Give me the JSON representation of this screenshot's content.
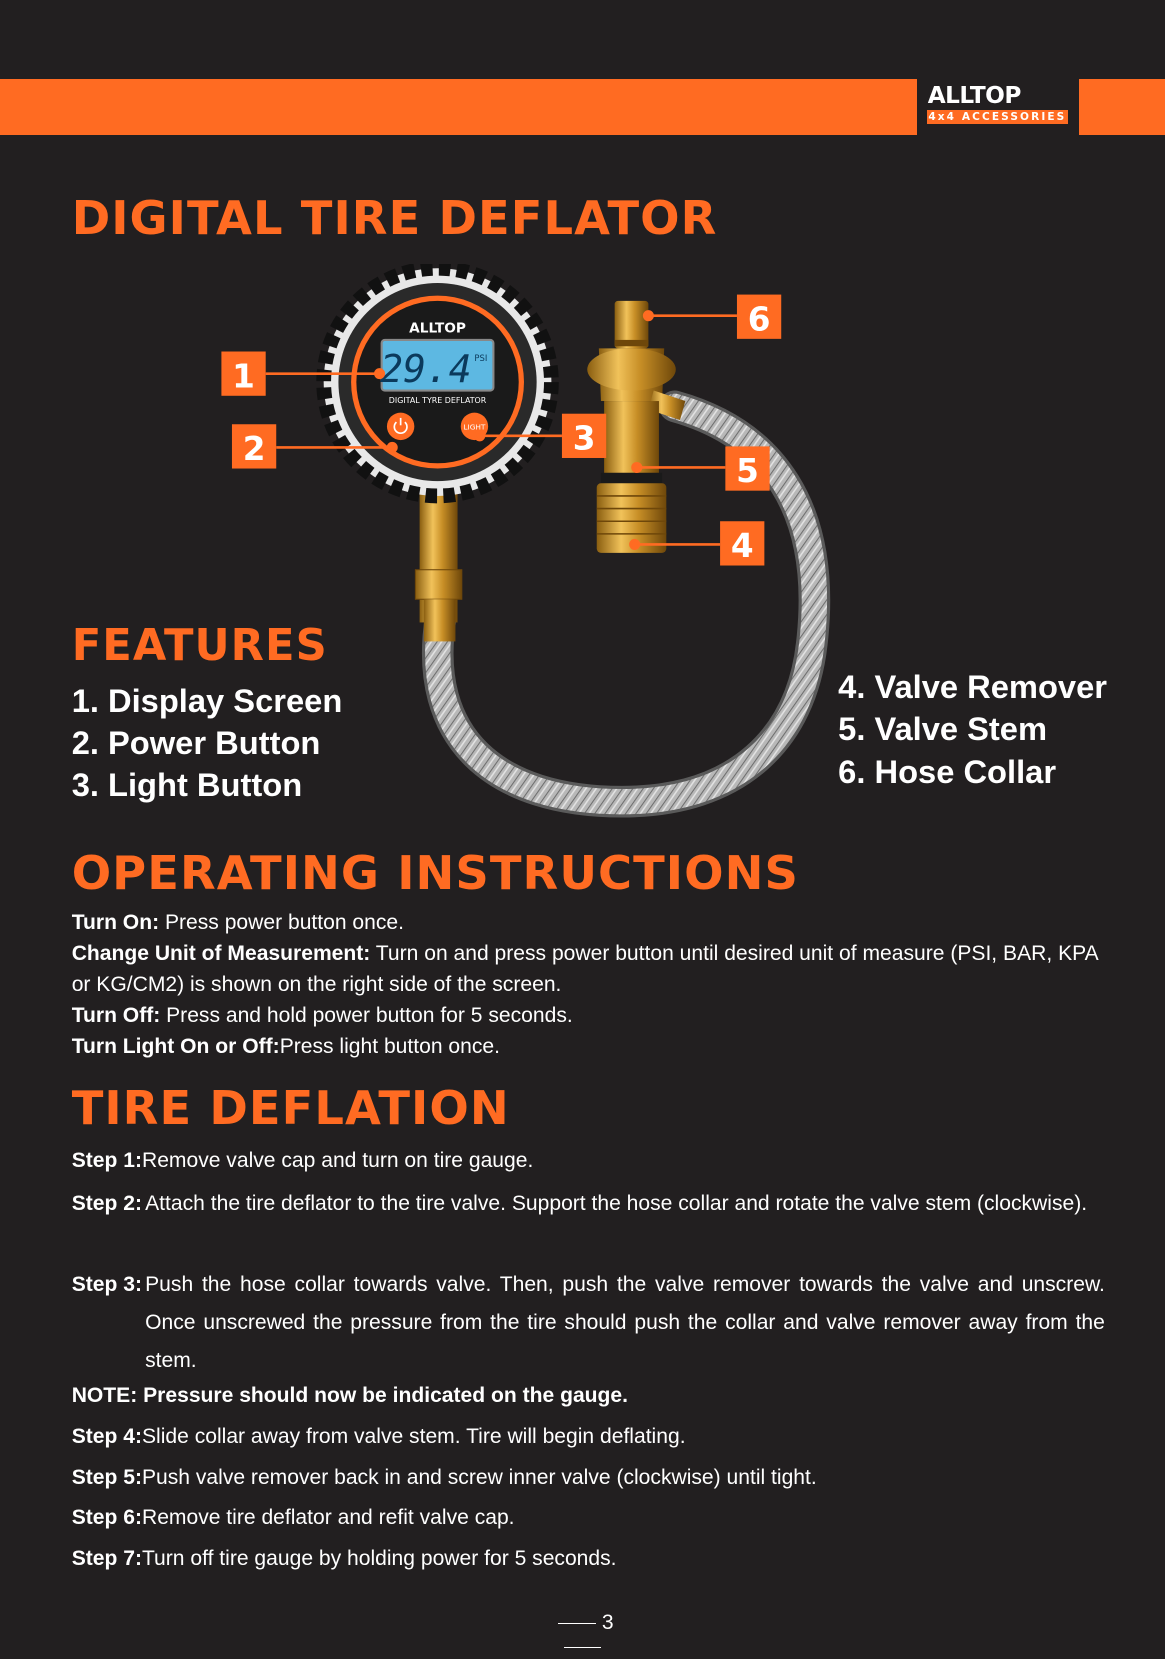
{
  "header": {
    "logo_text": "ALLTOP",
    "logo_sub": "4x4 ACCESSORIES",
    "brand_color": "#ff6b22"
  },
  "title": "DIGITAL TIRE DEFLATOR",
  "diagram": {
    "gauge_brand": "ALLTOP",
    "gauge_reading": "29.4",
    "gauge_unit": "PSI",
    "gauge_label": "DIGITAL TYRE DEFLATOR",
    "light_button": "LIGHT",
    "callouts": [
      "1",
      "2",
      "3",
      "4",
      "5",
      "6"
    ]
  },
  "features": {
    "title": "FEATURES",
    "left": [
      "1. Display Screen",
      "2. Power Button",
      "3. Light Button"
    ],
    "right": [
      "4. Valve Remover",
      "5. Valve Stem",
      "6. Hose Collar"
    ]
  },
  "operating": {
    "title": "OPERATING INSTRUCTIONS",
    "items": [
      {
        "label": "Turn On:",
        "text": " Press power button once."
      },
      {
        "label": "Change Unit of Measurement:",
        "text": " Turn on and press power button until desired unit of measure (PSI, BAR, KPA or KG/CM2) is shown on the right side of the screen."
      },
      {
        "label": "Turn Off:",
        "text": " Press and hold power button for 5 seconds."
      },
      {
        "label": "Turn Light On or Off:",
        "text": "Press light button once."
      }
    ]
  },
  "deflation": {
    "title": "TIRE DEFLATION",
    "steps": [
      {
        "label": "Step 1:",
        "text": "Remove valve cap and turn on tire gauge."
      },
      {
        "label": "Step 2:",
        "text": "Attach the tire deflator to the tire valve. Support the hose collar and rotate the valve stem (clockwise)."
      },
      {
        "label": "Step 3:",
        "text": "Push the hose collar towards valve. Then, push the valve remover towards the valve and unscrew. Once unscrewed the pressure from the tire should push the collar and valve remover away from the stem."
      },
      {
        "label": "NOTE:",
        "text": " Pressure should now be indicated on the gauge."
      },
      {
        "label": "Step 4:",
        "text": "Slide collar away from valve stem. Tire will begin deflating."
      },
      {
        "label": "Step 5:",
        "text": "Push valve remover back in and screw inner valve (clockwise) until tight."
      },
      {
        "label": "Step 6:",
        "text": "Remove tire deflator and refit valve cap."
      },
      {
        "label": "Step 7:",
        "text": "Turn off tire gauge by holding power for 5 seconds."
      }
    ]
  },
  "page_number": "3"
}
